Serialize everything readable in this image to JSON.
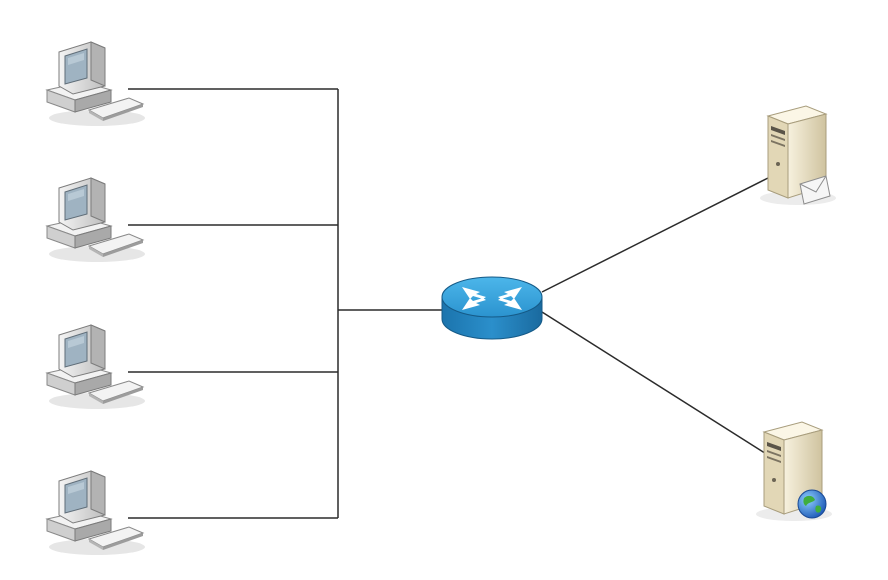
{
  "diagram": {
    "nodes": [
      {
        "id": "pc1",
        "type": "workstation",
        "icon": "desktop-computer-icon"
      },
      {
        "id": "pc2",
        "type": "workstation",
        "icon": "desktop-computer-icon"
      },
      {
        "id": "pc3",
        "type": "workstation",
        "icon": "desktop-computer-icon"
      },
      {
        "id": "pc4",
        "type": "workstation",
        "icon": "desktop-computer-icon"
      },
      {
        "id": "router",
        "type": "router",
        "icon": "router-icon"
      },
      {
        "id": "mail-server",
        "type": "server",
        "icon": "mail-server-icon"
      },
      {
        "id": "web-server",
        "type": "server",
        "icon": "web-server-icon"
      }
    ],
    "links": [
      {
        "from": "pc1",
        "to": "router"
      },
      {
        "from": "pc2",
        "to": "router"
      },
      {
        "from": "pc3",
        "to": "router"
      },
      {
        "from": "pc4",
        "to": "router"
      },
      {
        "from": "router",
        "to": "mail-server"
      },
      {
        "from": "router",
        "to": "web-server"
      }
    ],
    "colors": {
      "line": "#2b2b2b",
      "router_top": "#2d9fd8",
      "router_side": "#1a6fa8",
      "server_body": "#ece3c8",
      "monitor_body": "#d9d9d9",
      "screen": "#9fb3c2",
      "globe": "#2f6fd6"
    }
  }
}
